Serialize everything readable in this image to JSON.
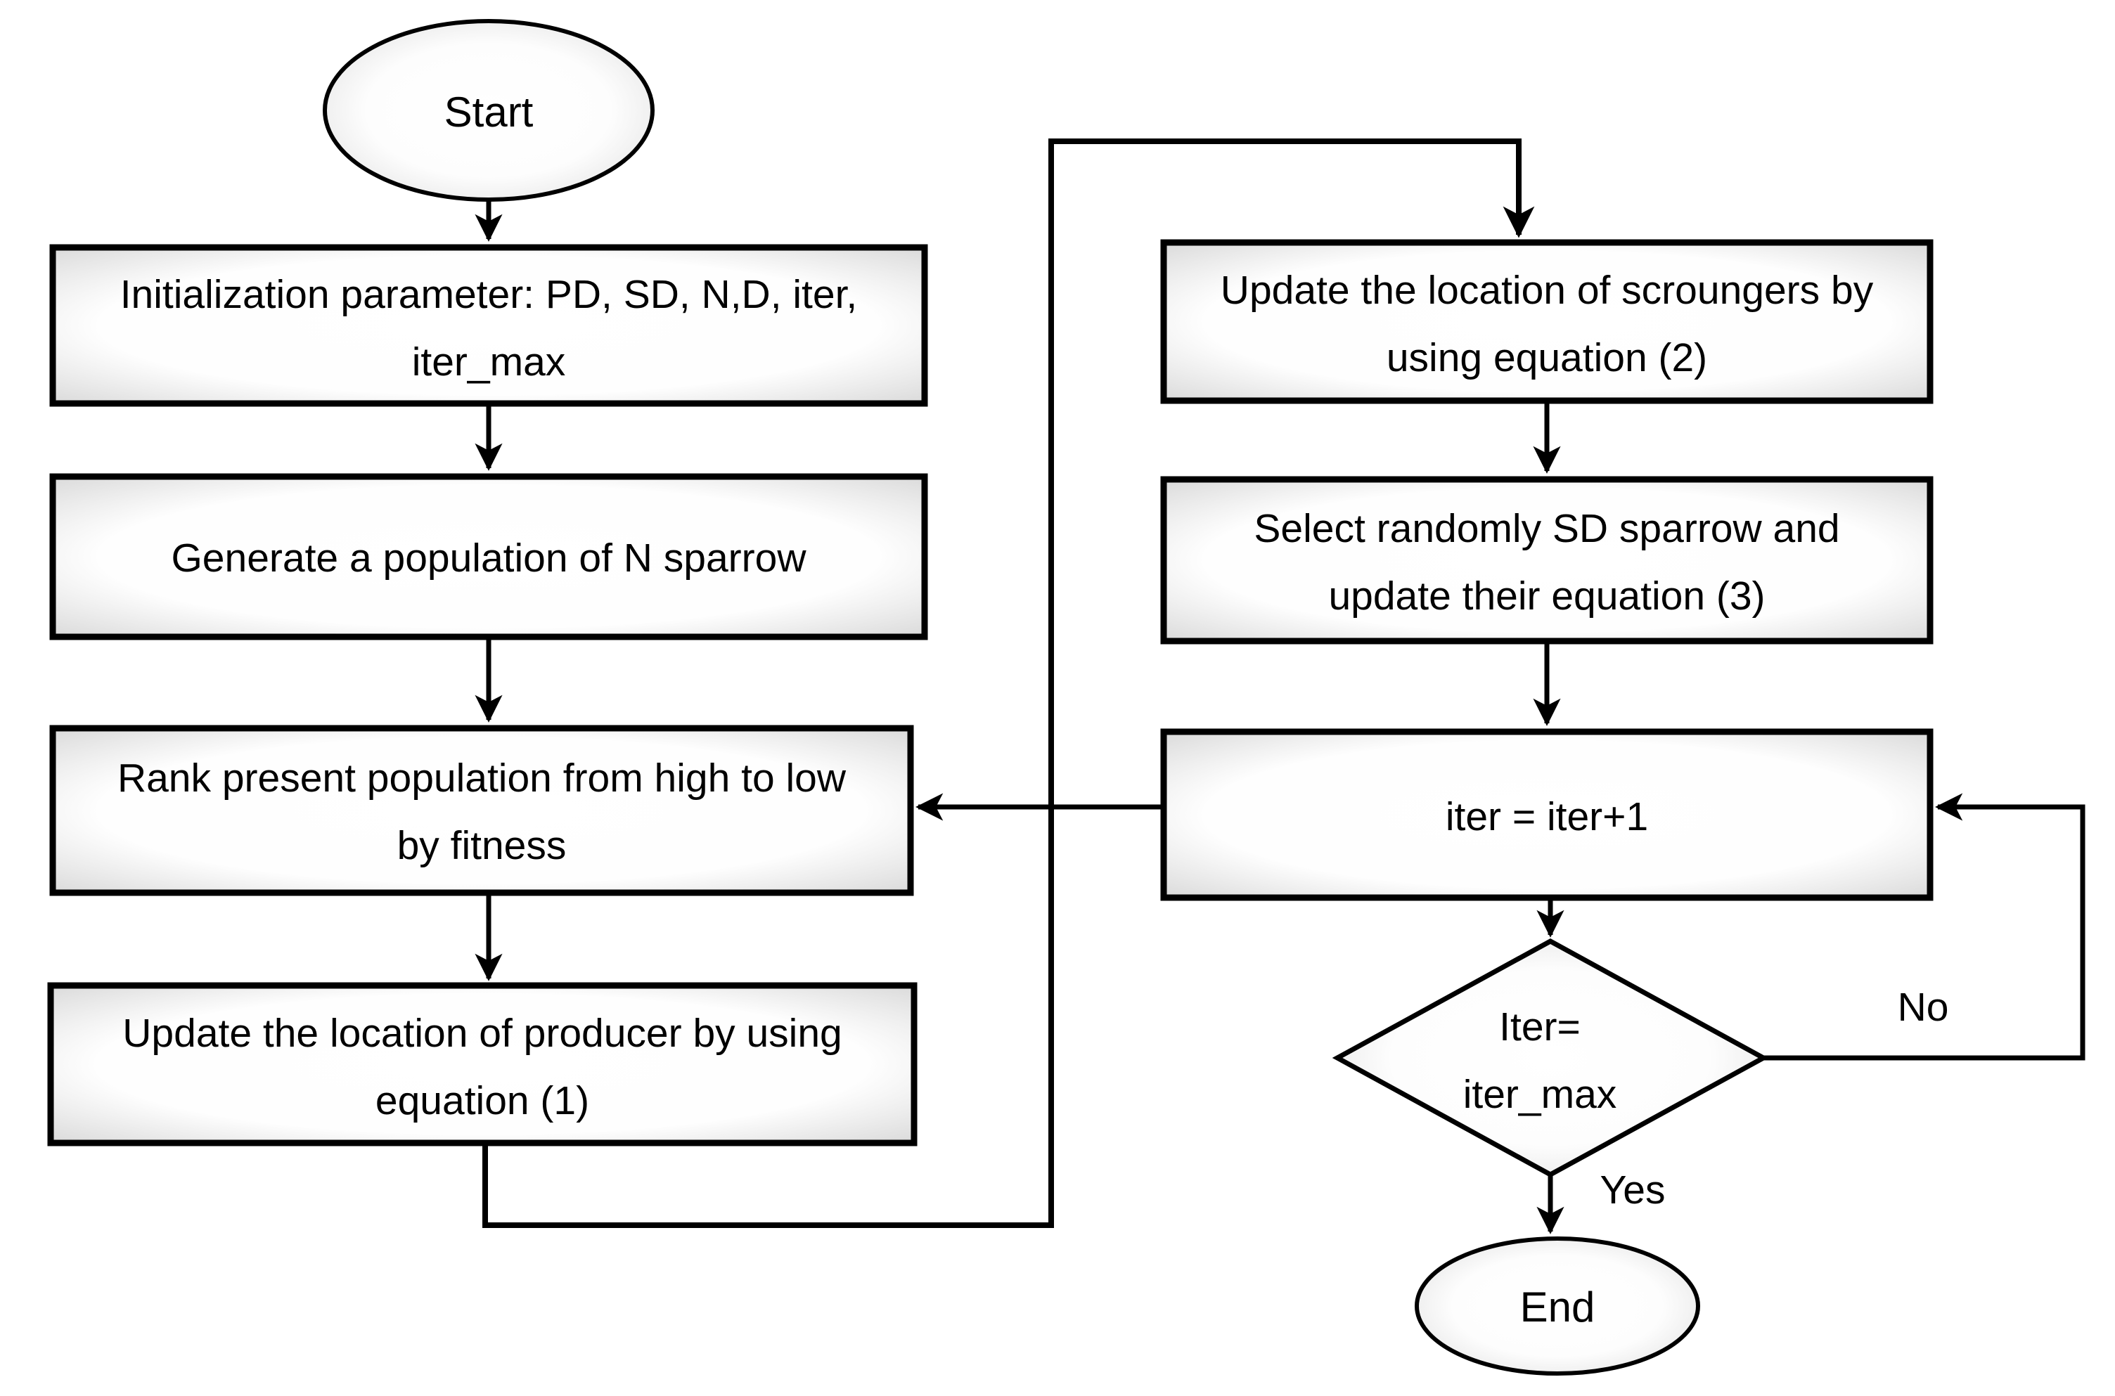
{
  "diagram": {
    "nodes": {
      "start": {
        "label": "Start"
      },
      "init": {
        "line1": "Initialization parameter: PD, SD, N,D, iter,",
        "line2": "iter_max"
      },
      "generate": {
        "line1": "Generate a population of N sparrow"
      },
      "rank": {
        "line1": "Rank present population from high to low",
        "line2": "by fitness"
      },
      "producer": {
        "line1": "Update the location of producer by using",
        "line2": "equation (1)"
      },
      "scroungers": {
        "line1": "Update the location of scroungers by",
        "line2": "using equation (2)"
      },
      "select_sd": {
        "line1": "Select randomly SD sparrow and",
        "line2": "update their equation (3)"
      },
      "iter": {
        "line1": "iter = iter+1"
      },
      "decision": {
        "line1": "Iter=",
        "line2": "iter_max"
      },
      "end": {
        "label": "End"
      }
    },
    "edge_labels": {
      "no": "No",
      "yes": "Yes"
    },
    "colors": {
      "background": "#ffffff",
      "line": "#000000",
      "text": "#000000",
      "shape_fill_center": "#ffffff",
      "shape_fill_edge": "#d8d8d8"
    }
  }
}
